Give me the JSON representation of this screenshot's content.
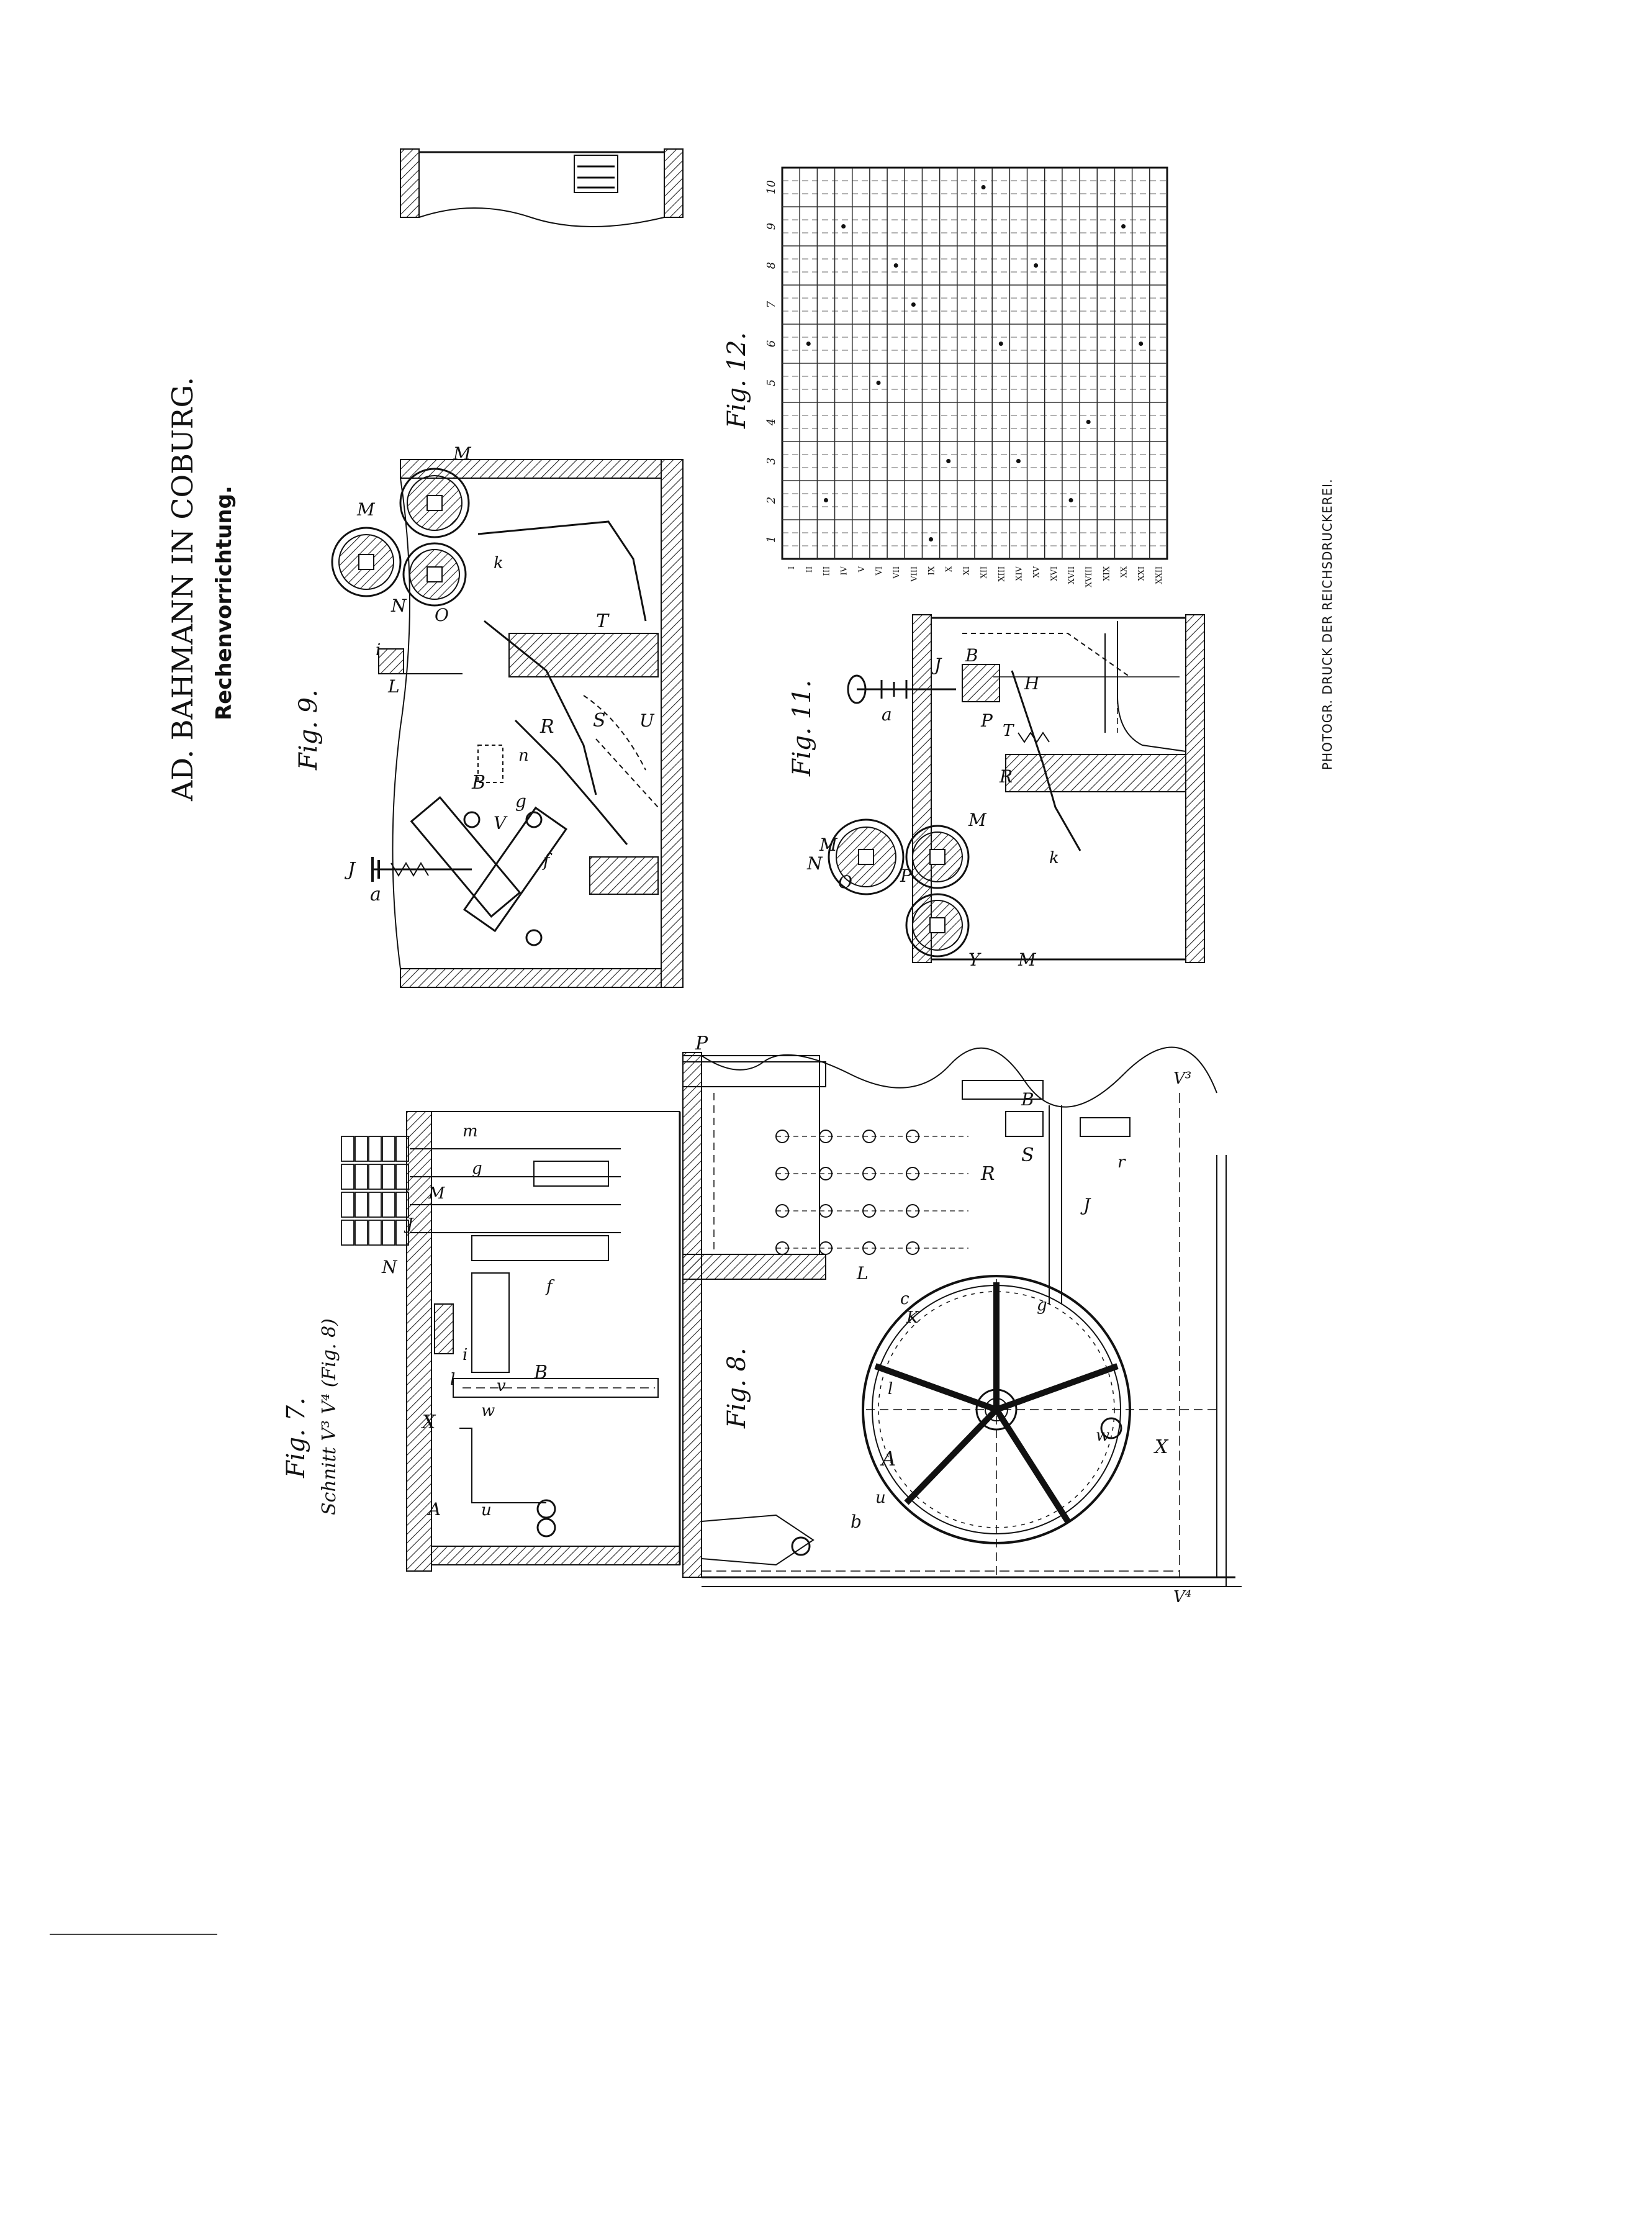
{
  "header": {
    "patentee": "AD. BAHMANN IN COBURG.",
    "title": "Rechenvorrichtung."
  },
  "figures": {
    "fig7": {
      "label": "Fig. 7.",
      "note": "Schnitt V³ V⁴ (Fig. 8)"
    },
    "fig8": {
      "label": "Fig. 8."
    },
    "fig9": {
      "label": "Fig. 9."
    },
    "fig11": {
      "label": "Fig. 11."
    },
    "fig12": {
      "label": "Fig. 12.",
      "col_numbers": [
        "1",
        "2",
        "3",
        "4",
        "5",
        "6",
        "7",
        "8",
        "9",
        "10"
      ],
      "row_numerals": [
        "I",
        "II",
        "III",
        "IV",
        "V",
        "VI",
        "VII",
        "VIII",
        "IX",
        "X",
        "XI",
        "XII",
        "XIII",
        "XIV",
        "XV",
        "XVI",
        "XVII",
        "XVIII",
        "XIX",
        "XX",
        "XXI",
        "XXII"
      ]
    }
  },
  "letters": {
    "fig9": [
      "J",
      "a",
      "B",
      "V",
      "g",
      "f",
      "n",
      "R",
      "S",
      "U",
      "T",
      "L",
      "i",
      "N",
      "M",
      "O",
      "M",
      "k"
    ],
    "fig11": [
      "M",
      "N",
      "O",
      "P",
      "M",
      "M",
      "Y",
      "a",
      "J",
      "B",
      "P",
      "R",
      "T",
      "H",
      "k"
    ],
    "fig7": [
      "A",
      "X",
      "u",
      "v",
      "w",
      "l",
      "i",
      "B",
      "N",
      "J",
      "M",
      "m",
      "g",
      "f"
    ],
    "fig8": [
      "P",
      "A",
      "b",
      "u",
      "R",
      "S",
      "B",
      "l",
      "w",
      "J",
      "r",
      "g",
      "L",
      "c",
      "K",
      "X",
      "V³",
      "V⁴"
    ]
  },
  "footer": {
    "printer": "PHOTOGR. DRUCK DER REICHSDRUCKEREI."
  }
}
